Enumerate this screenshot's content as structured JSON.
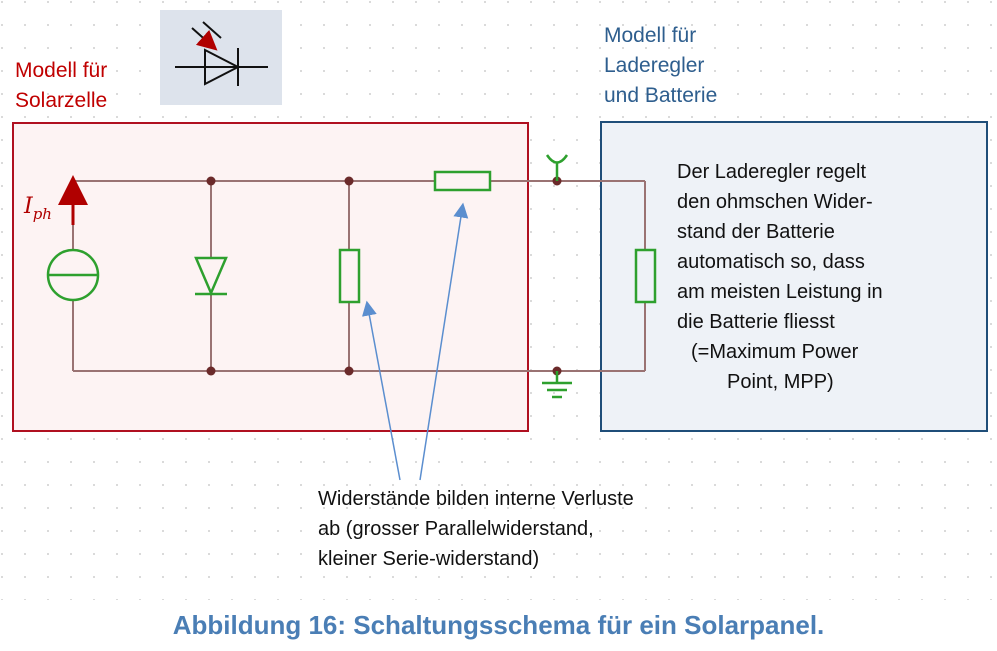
{
  "labels": {
    "solar_model": [
      "Modell für",
      "Solarzelle"
    ],
    "charger_model": [
      "Modell für",
      "Laderegler",
      "und Batterie"
    ],
    "current_symbol": "I",
    "current_subscript": "ph"
  },
  "notes": {
    "charger_text": [
      "Der Laderegler regelt",
      "den ohmschen Wider-",
      "stand der Batterie",
      "automatisch so, dass",
      "am meisten Leistung in",
      "die Batterie fliesst",
      "(=Maximum Power",
      "Point, MPP)"
    ],
    "resistor_text": [
      "Widerstände bilden interne Verluste",
      "ab (grosser Parallelwiderstand,",
      "kleiner Serie-widerstand)"
    ]
  },
  "caption": "Abbildung 16: Schaltungsschema für ein Solarpanel.",
  "colors": {
    "solar_border": "#b01020",
    "solar_fill": "#fdf3f3",
    "charger_border": "#1f4e79",
    "charger_fill": "#eef2f7",
    "wire": "#9a7373",
    "component": "#2ea02e",
    "node": "#6b2a2a",
    "arrow": "#5b8ecf",
    "icon_bg": "#dde3ec"
  }
}
